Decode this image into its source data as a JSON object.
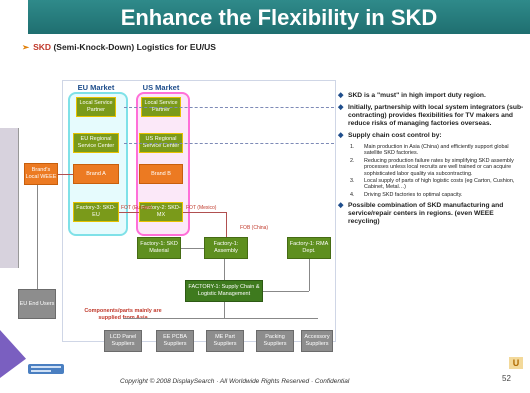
{
  "slide": {
    "title": "Enhance the Flexibility in SKD",
    "subtitle_bold": "SKD",
    "subtitle_rest": "(Semi-Knock-Down) Logistics for EU/US",
    "footer": "Copyright © 2008 DisplaySearch · All Worldwide Rights Reserved · Confidential",
    "page_number": "52",
    "corner_label": "U"
  },
  "diagram": {
    "eu_market": "EU Market",
    "us_market": "US Market",
    "eu_local_partner": "Local Service Partner",
    "us_local_partner": "Local Service Partner",
    "eu_regional_center": "EU Regional Service Center",
    "us_regional_center": "US Regional Service Center",
    "brands_local_weee": "Brand's Local WEEE",
    "brand_a": "Brand A",
    "brand_b": "Brand B",
    "factory2_eu": "Factory-3: SKD-EU",
    "factory2_mx": "Factory-2: SKD-MX",
    "fot_europe": "FOT (Europe)",
    "fot_mexico": "FOT (Mexico)",
    "fob_china": "FOB (China)",
    "factory1_skd": "Factory-1: SKD Material",
    "factory1_assembly": "Factory-1: Assembly",
    "factory1_rma": "Factory-1: RMA Dept.",
    "factory1_chain": "FACTORY-1: Supply Chain & Logistic Management",
    "eu_end_users": "EU End Users",
    "components_note": "Components/parts mainly are supplied from Asia",
    "suppliers": [
      "LCD Panel Suppliers",
      "EE PCBA Suppliers",
      "ME Part Suppliers",
      "Packing Suppliers",
      "Accessory Suppliers"
    ]
  },
  "bullets": [
    {
      "text": "SKD is a \"must\" in high import duty region."
    },
    {
      "text": "Initially, partnership with local system integrators (sub-contracting) provides flexibilities for TV makers and reduce risks of managing factories overseas."
    },
    {
      "text": "Supply chain cost control by:"
    },
    {
      "text": "Possible combination of SKD manufacturing and service/repair centers in regions. (even WEEE recycling)"
    }
  ],
  "sub_bullets": [
    {
      "num": "1.",
      "text": "Main production in Asia (China) and efficiently support global satellite SKD factories."
    },
    {
      "num": "2.",
      "text": "Reducing production failure rates by simplifying SKD assembly processes unless local recruits are well trained or can acquire sophisticated labor quality via subcontracting."
    },
    {
      "num": "3.",
      "text": "Local supply of parts of high logistic costs (eg Carton, Cushion, Cabinet, Metal…)"
    },
    {
      "num": "4.",
      "text": "Driving SKD factories to optimal capacity."
    }
  ],
  "colors": {
    "title_bar": "#2f8a8a",
    "eu_zone": "#7fe1e8",
    "us_zone": "#ff6fd8",
    "brand_orange": "#ec7a22",
    "factory_green": "#5e8f1f"
  }
}
